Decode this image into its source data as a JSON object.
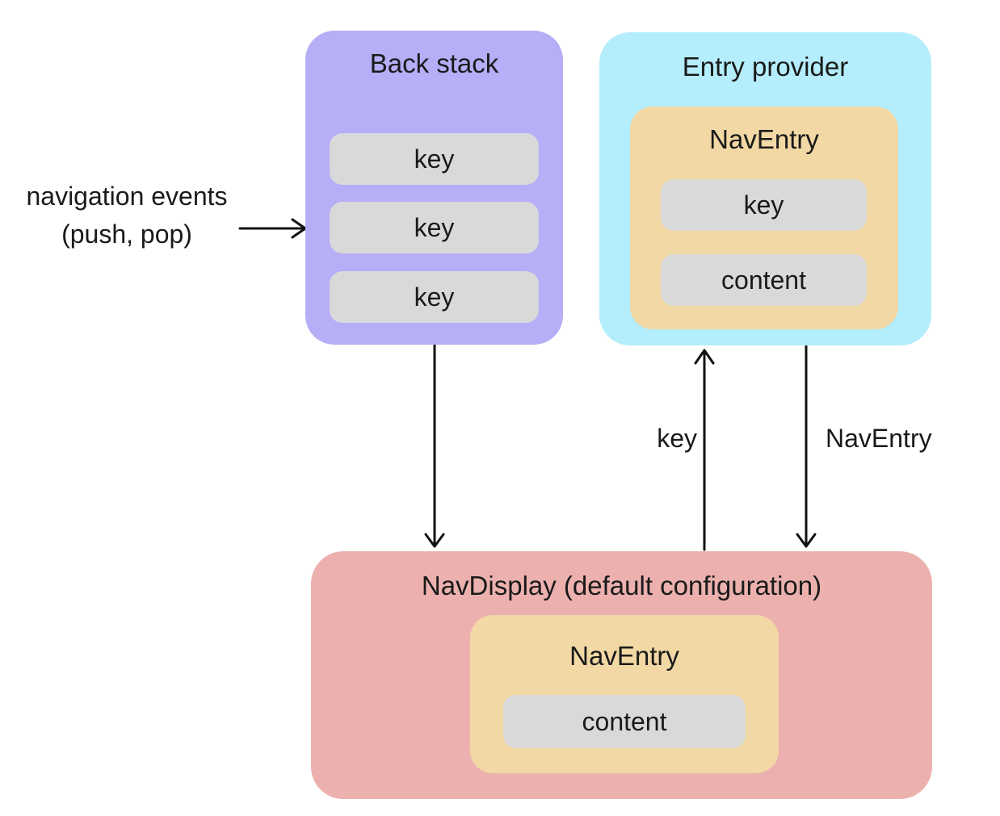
{
  "diagram": {
    "colors": {
      "back_stack_fill": "#b6aef7",
      "entry_provider_fill": "#b4edfb",
      "nav_entry_fill": "#f2d8a4",
      "nav_display_fill": "#ecb1ae",
      "chip_fill": "#d9d9d9",
      "arrow": "#111111",
      "text": "#1a1a1a"
    },
    "back_stack": {
      "title": "Back stack",
      "keys": [
        "key",
        "key",
        "key"
      ]
    },
    "entry_provider": {
      "title": "Entry provider",
      "nav_entry": {
        "title": "NavEntry",
        "key_label": "key",
        "content_label": "content"
      }
    },
    "nav_display": {
      "title": "NavDisplay (default configuration)",
      "nav_entry": {
        "title": "NavEntry",
        "content_label": "content"
      }
    },
    "annotations": {
      "navigation_events_line1": "navigation events",
      "navigation_events_line2": "(push, pop)",
      "key_arrow_label": "key",
      "nav_entry_arrow_label": "NavEntry"
    }
  }
}
